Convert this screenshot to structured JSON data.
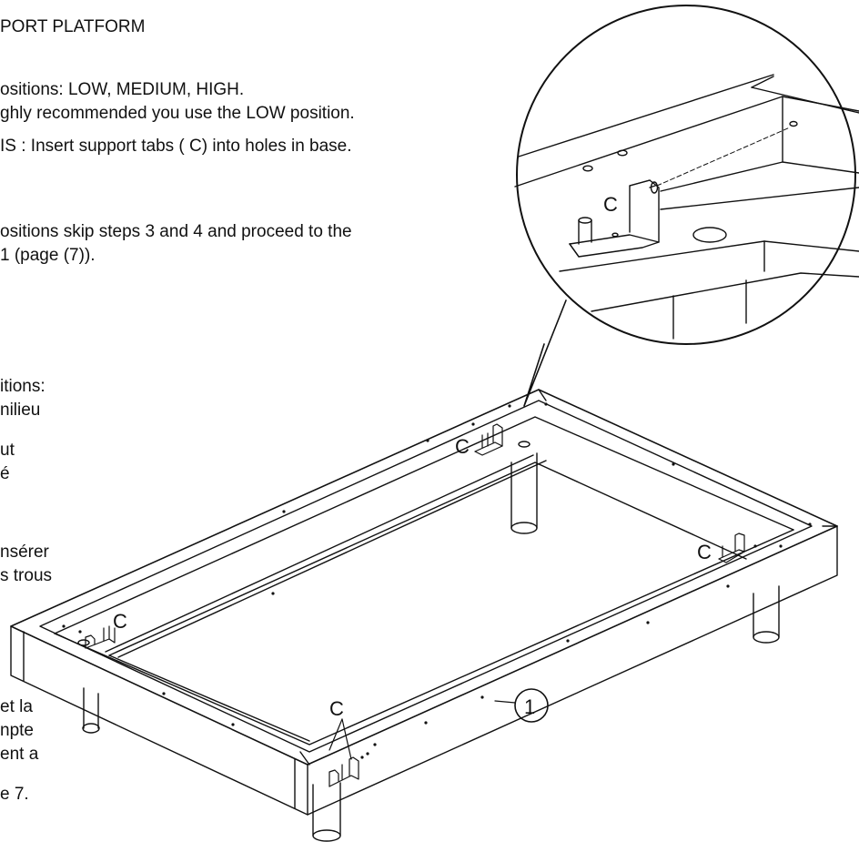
{
  "instructions_en": {
    "title": "PORT PLATFORM",
    "line1": "ositions: LOW, MEDIUM, HIGH.",
    "line2": "ghly recommended you use the LOW position.",
    "line3": "IS : Insert support tabs ( C) into holes in base.",
    "line4": "ositions skip steps 3 and 4 and proceed to the",
    "line5": " 1 (page (7))."
  },
  "instructions_fr": {
    "line1": "itions:",
    "line2": "nilieu",
    "line3": "ut",
    "line4": "é",
    "line5": "nsérer",
    "line6": "s trous",
    "line7": "et la",
    "line8": "npte",
    "line9": "ent a",
    "line10": "e 7."
  },
  "labels": {
    "tab_label": "C",
    "part_number": "1"
  },
  "colors": {
    "line": "#111111",
    "background": "#ffffff"
  }
}
